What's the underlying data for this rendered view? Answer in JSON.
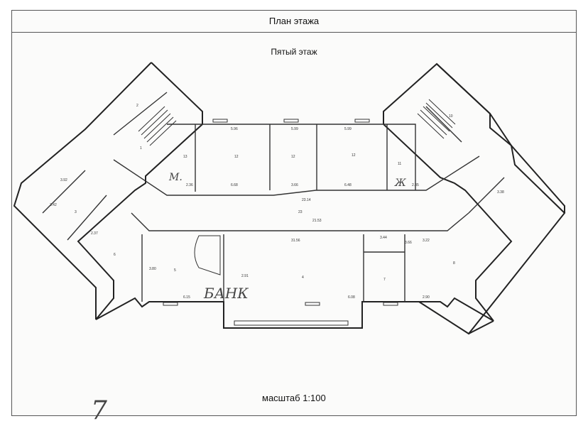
{
  "header": {
    "title": "План этажа"
  },
  "plan": {
    "floor_title": "Пятый этаж",
    "scale_label": "масштаб 1:100",
    "handwritten": {
      "bank": "БАНК",
      "m": "М.",
      "zh": "Ж",
      "sheet_number": "7"
    },
    "dimensions": [
      "31.56",
      "23.14",
      "21.53",
      "5.96",
      "5.99",
      "5.99",
      "6.68",
      "6.48",
      "3.66",
      "3.66",
      "6.15",
      "2.91",
      "3.80",
      "6.08",
      "2.36",
      "2.35",
      "2.90",
      "3.22",
      "3.44",
      "3.42",
      "2.37",
      "3.92",
      "3.38"
    ],
    "room_ids": [
      "12",
      "12",
      "12",
      "23",
      "4",
      "5",
      "6",
      "7",
      "8",
      "10",
      "11",
      "13",
      "3",
      "2",
      "1"
    ]
  }
}
